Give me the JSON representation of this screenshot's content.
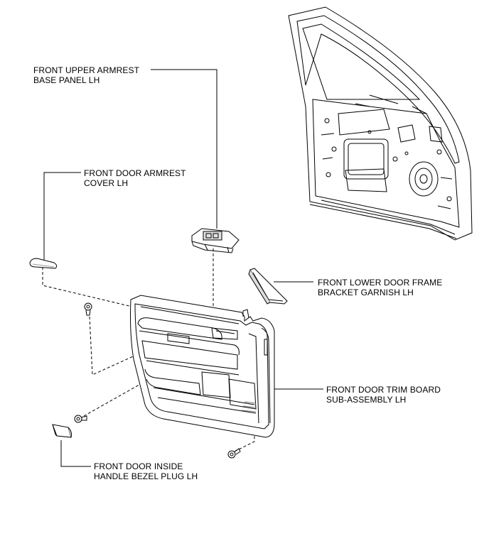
{
  "labels": {
    "upper_armrest_base_panel": {
      "line1": "FRONT UPPER ARMREST",
      "line2": "BASE PANEL LH"
    },
    "armrest_cover": {
      "line1": "FRONT DOOR ARMREST",
      "line2": "COVER LH"
    },
    "lower_frame_bracket_garnish": {
      "line1": "FRONT LOWER DOOR FRAME",
      "line2": "BRACKET GARNISH LH"
    },
    "trim_board": {
      "line1": "FRONT DOOR TRIM BOARD",
      "line2": "SUB-ASSEMBLY LH"
    },
    "bezel_plug": {
      "line1": "FRONT DOOR INSIDE",
      "line2": "HANDLE BEZEL PLUG LH"
    }
  },
  "colors": {
    "line": "#000000",
    "part_fill": "#ffffff",
    "shade": "#cfcfcf"
  }
}
